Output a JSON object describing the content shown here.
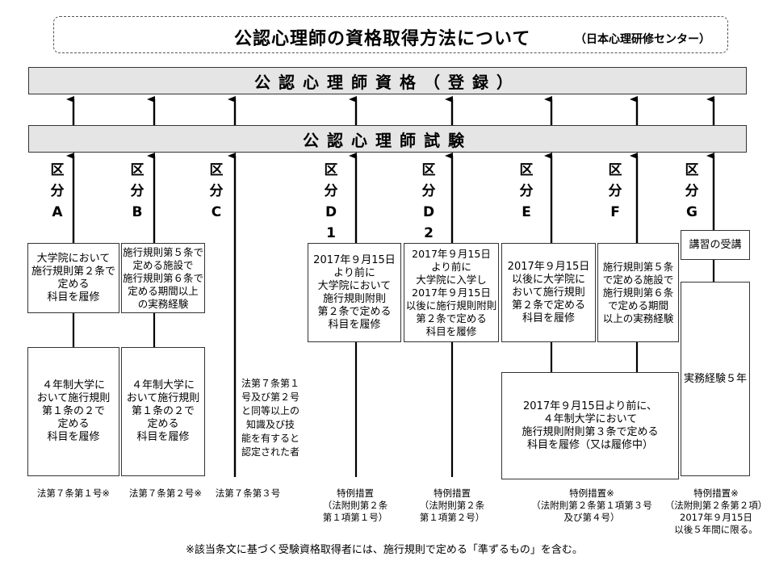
{
  "title": {
    "main": "公認心理師の資格取得方法について",
    "sub": "（日本心理研修センター）"
  },
  "qualification_band": "公認心理師資格（登録）",
  "exam_band": "公認心理師試験",
  "categories": [
    {
      "label": "区\n分\nA"
    },
    {
      "label": "区\n分\nB"
    },
    {
      "label": "区\n分\nC"
    },
    {
      "label": "区\n分\nD\n1"
    },
    {
      "label": "区\n分\nD\n2"
    },
    {
      "label": "区\n分\nE"
    },
    {
      "label": "区\n分\nF"
    },
    {
      "label": "区\n分\nG"
    }
  ],
  "boxes": {
    "a_upper": "大学院において\n施行規則第２条で\n定める\n科目を履修",
    "a_lower": "４年制大学に\nおいて施行規則\n第１条の２で\n定める\n科目を履修",
    "b_upper": "施行規則第５条で\n定める施設で\n施行規則第６条で\n定める期間以上\nの実務経験",
    "b_lower": "４年制大学に\nおいて施行規則\n第１条の２で\n定める\n科目を履修",
    "c_text": "法第７条第１\n号及び第２号\nと同等以上の\n知識及び技\n能を有すると\n認定された者",
    "d1": "2017年９月15日\nより前に\n大学院において\n施行規則附則\n第２条で定める\n科目を履修",
    "d2": "2017年９月15日\nより前に\n大学院に入学し\n2017年９月15日\n以後に施行規則附則\n第２条で定める\n科目を履修",
    "e": "2017年９月15日\n以後に大学院に\nおいて施行規則\n第２条で定める\n科目を履修",
    "f": "施行規則第５条\nで定める施設で\n施行規則第６条\nで定める期間\n以上の実務経験",
    "ef_lower": "2017年９月15日より前に、\n４年制大学において\n施行規則附則第３条で定める\n科目を履修（又は履修中）",
    "g_upper": "講習の受講",
    "g_lower": "実務経験５年"
  },
  "footers": {
    "a": "法第７条第１号※",
    "b": "法第７条第２号※",
    "c": "法第７条第３号",
    "d1": "特例措置\n（法附則第２条\n第１項第１号）",
    "d2": "特例措置\n（法附則第２条\n第１項第２号）",
    "ef": "特例措置※\n（法附則第２条第１項第３号\n及び第４号）",
    "g": "特例措置※\n（法附則第２条第２項）\n2017年９月15日\n以後５年間に限る。"
  },
  "note": "※該当条文に基づく受験資格取得者には、施行規則で定める「準ずるもの」を含む。"
}
